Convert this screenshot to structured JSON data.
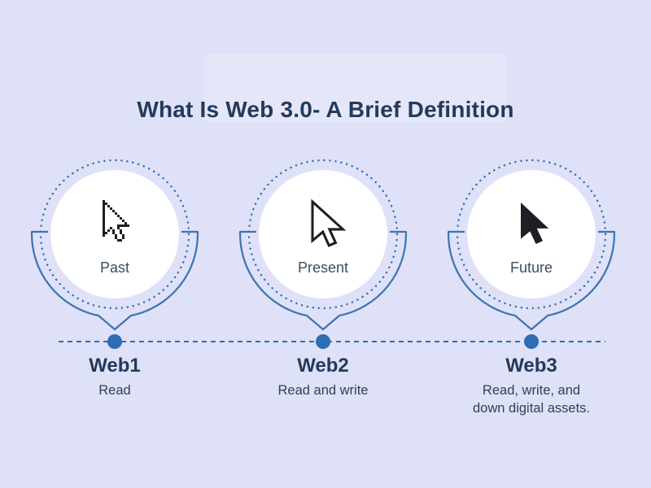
{
  "title": "What Is Web 3.0- A Brief Definition",
  "colors": {
    "bg": "#dee1f7",
    "accent": "#2e6cb3",
    "outline": "#3d74b0",
    "navy": "#243a5c",
    "slate": "#3c4d61",
    "slate2": "#2f4257",
    "cursor-ink": "#1d1f24"
  },
  "stages": [
    {
      "circle_label": "Past",
      "icon": "pixel-cursor-icon",
      "web_label": "Web1",
      "description": "Read"
    },
    {
      "circle_label": "Present",
      "icon": "outline-cursor-icon",
      "web_label": "Web2",
      "description": "Read and write"
    },
    {
      "circle_label": "Future",
      "icon": "solid-cursor-icon",
      "web_label": "Web3",
      "description": "Read, write, and down digital assets."
    }
  ]
}
